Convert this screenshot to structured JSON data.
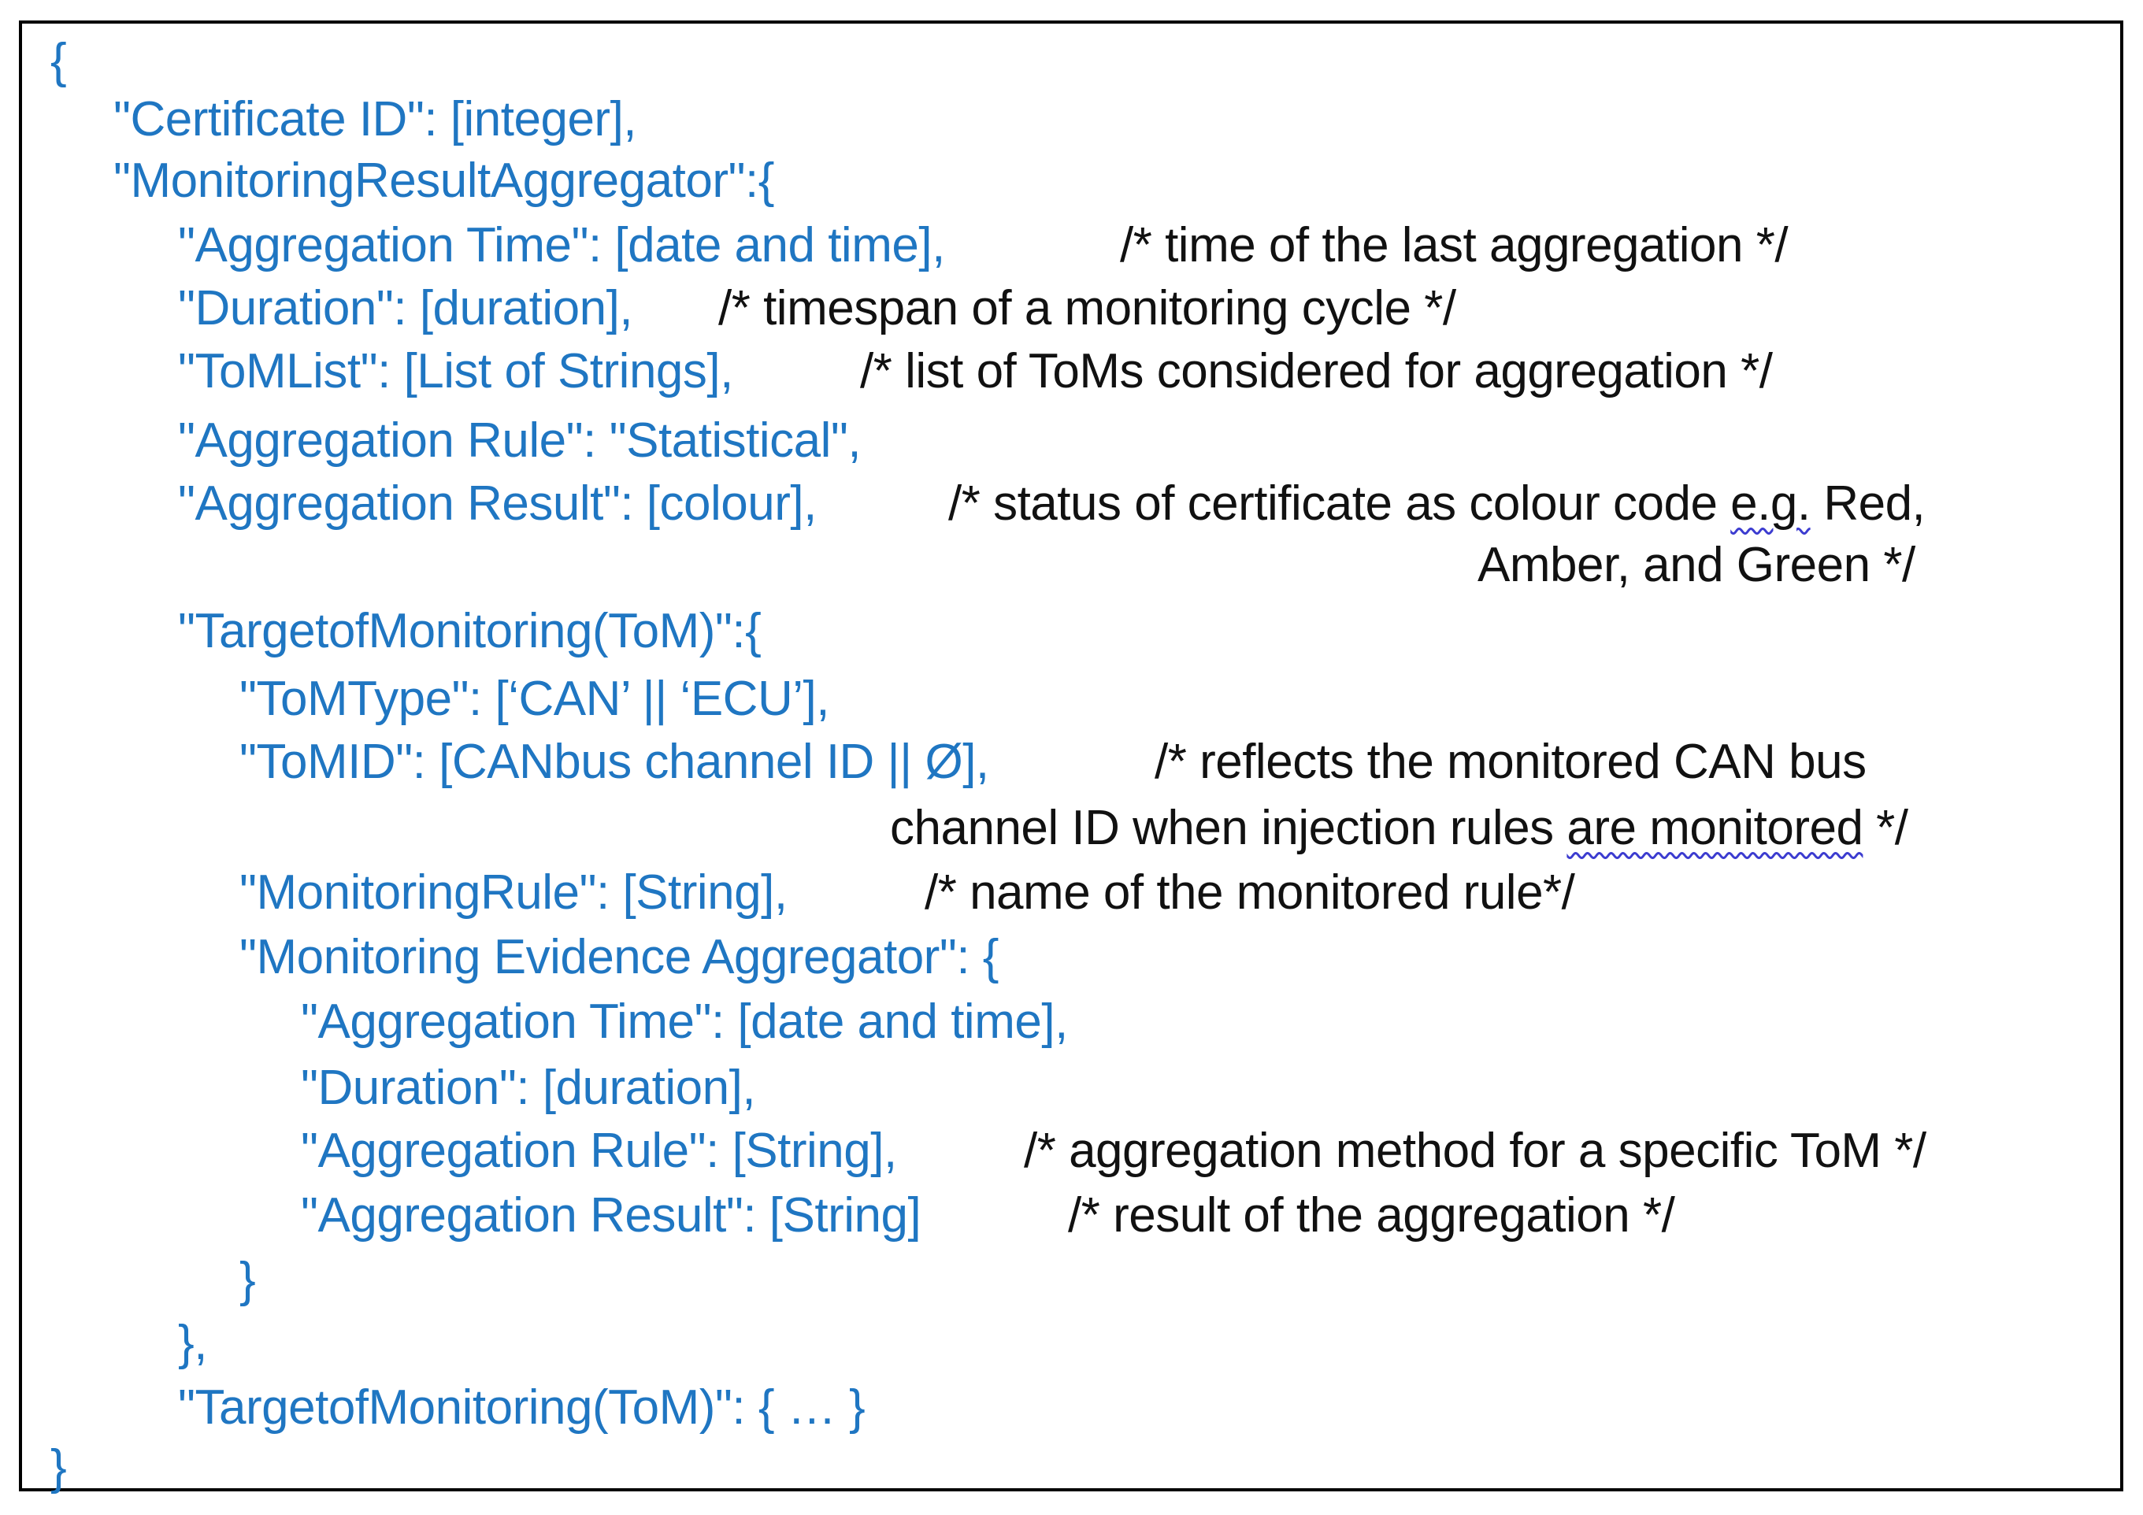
{
  "lines": [
    {
      "code": "{",
      "comment": ""
    },
    {
      "code": "\"Certificate ID\": [integer],",
      "comment": ""
    },
    {
      "code": "\"MonitoringResultAggregator\":{",
      "comment": ""
    },
    {
      "code": "\"Aggregation Time\": [date and time],",
      "comment": "/* time of the last aggregation */"
    },
    {
      "code": "\"Duration\": [duration],",
      "comment": "/* timespan of a monitoring cycle */"
    },
    {
      "code": "\"ToMList\": [List of Strings],",
      "comment": "/* list of ToMs considered for aggregation */"
    },
    {
      "code": "\"Aggregation Rule\": \"Statistical\",",
      "comment": ""
    },
    {
      "code": "\"Aggregation Result\": [colour],",
      "comment_a": "/* status of certificate as colour code ",
      "comment_sq": "e.g.",
      "comment_b": " Red,"
    },
    {
      "code": "",
      "comment": "Amber, and Green */"
    },
    {
      "code": "\"TargetofMonitoring(ToM)\":{",
      "comment": ""
    },
    {
      "code": "\"ToMType\": [‘CAN’ || ‘ECU’],",
      "comment": ""
    },
    {
      "code": "\"ToMID\": [CANbus channel ID || Ø],",
      "comment": "/* reflects the monitored CAN bus"
    },
    {
      "code": "",
      "comment_a": "channel ID when injection rules ",
      "comment_sq": "are monitored",
      "comment_b": " */"
    },
    {
      "code": "\"MonitoringRule\": [String],",
      "comment": "/* name of the monitored rule*/"
    },
    {
      "code": "\"Monitoring Evidence Aggregator\": {",
      "comment": ""
    },
    {
      "code": "\"Aggregation Time\": [date and time],",
      "comment": ""
    },
    {
      "code": "\"Duration\": [duration],",
      "comment": ""
    },
    {
      "code": "\"Aggregation Rule\": [String],",
      "comment": "/* aggregation method for a specific ToM */"
    },
    {
      "code": "\"Aggregation Result\": [String]",
      "comment": "/* result of the aggregation */"
    },
    {
      "code": "}",
      "comment": ""
    },
    {
      "code": "},",
      "comment": ""
    },
    {
      "code": "\"TargetofMonitoring(ToM)\": { … }",
      "comment": ""
    },
    {
      "code": "}",
      "comment": ""
    }
  ]
}
